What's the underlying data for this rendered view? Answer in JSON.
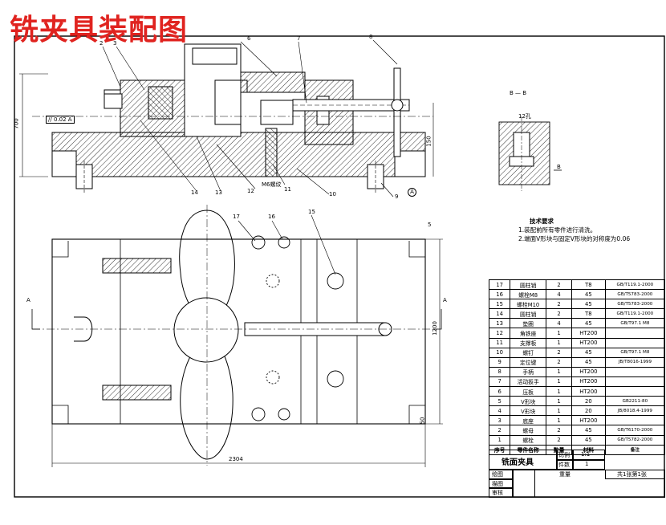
{
  "title": "铣夹具装配图",
  "tech_requirements": {
    "heading": "技术要求",
    "items": [
      "1.装配前所有零件进行清洗。",
      "2.端面V形块与固定V形块的对称度为0.06"
    ]
  },
  "section_label": "B — B",
  "section_label_b": "B",
  "section_dim": "12孔",
  "view_marker_a_left": "A",
  "view_marker_a_right": "A",
  "view_circle_a": "A",
  "dims": {
    "overall_length": "2304",
    "width": "1200",
    "height": "700",
    "right_height": "150",
    "gap": "5",
    "small": "50",
    "bolt": "M6螺纹",
    "tol_frame": "// 0.02 A"
  },
  "callouts_top": [
    "2",
    "3",
    "6",
    "7",
    "8",
    "9",
    "10",
    "11",
    "12",
    "13",
    "14"
  ],
  "callouts_plan": [
    "17",
    "16",
    "15"
  ],
  "bom": {
    "rows": [
      {
        "no": "17",
        "name": "圆柱销",
        "qty": "2",
        "mat": "T8",
        "std": "GB/T119.1-2000"
      },
      {
        "no": "16",
        "name": "螺栓M8",
        "qty": "4",
        "mat": "45",
        "std": "GB/T5783-2000"
      },
      {
        "no": "15",
        "name": "螺栓M10",
        "qty": "2",
        "mat": "45",
        "std": "GB/T5783-2000"
      },
      {
        "no": "14",
        "name": "圆柱销",
        "qty": "2",
        "mat": "T8",
        "std": "GB/T119.1-2000"
      },
      {
        "no": "13",
        "name": "垫圈",
        "qty": "4",
        "mat": "45",
        "std": "GB/T97.1 M8"
      },
      {
        "no": "12",
        "name": "角铁座",
        "qty": "1",
        "mat": "HT200",
        "std": ""
      },
      {
        "no": "11",
        "name": "支撑板",
        "qty": "1",
        "mat": "HT200",
        "std": ""
      },
      {
        "no": "10",
        "name": "螺钉",
        "qty": "2",
        "mat": "45",
        "std": "GB/T97.1 M8"
      },
      {
        "no": "9",
        "name": "定位键",
        "qty": "2",
        "mat": "45",
        "std": "JB/T8016-1999"
      },
      {
        "no": "8",
        "name": "手柄",
        "qty": "1",
        "mat": "HT200",
        "std": ""
      },
      {
        "no": "7",
        "name": "活动扳手",
        "qty": "1",
        "mat": "HT200",
        "std": ""
      },
      {
        "no": "6",
        "name": "压板",
        "qty": "1",
        "mat": "HT200",
        "std": ""
      },
      {
        "no": "5",
        "name": "V形块",
        "qty": "1",
        "mat": "20",
        "std": "GB2211-80"
      },
      {
        "no": "4",
        "name": "V形块",
        "qty": "1",
        "mat": "20",
        "std": "JB/8018.4-1999"
      },
      {
        "no": "3",
        "name": "底座",
        "qty": "1",
        "mat": "HT200",
        "std": ""
      },
      {
        "no": "2",
        "name": "螺母",
        "qty": "2",
        "mat": "45",
        "std": "GB/T6170-2000"
      },
      {
        "no": "1",
        "name": "螺栓",
        "qty": "2",
        "mat": "45",
        "std": "GB/T5782-2000"
      }
    ],
    "header": {
      "no": "序号",
      "name": "零件名称",
      "qty": "数量",
      "mat": "材料",
      "std": "备注"
    }
  },
  "title_block": {
    "drawing_name": "铣面夹具",
    "scale_label": "比例",
    "scale_value": "1:1",
    "count_label": "件数",
    "count_value": "1",
    "weight_label": "重量",
    "sheet_label": "共1张第1张",
    "drawn": "绘图",
    "checked": "描图",
    "reviewed": "审核"
  }
}
